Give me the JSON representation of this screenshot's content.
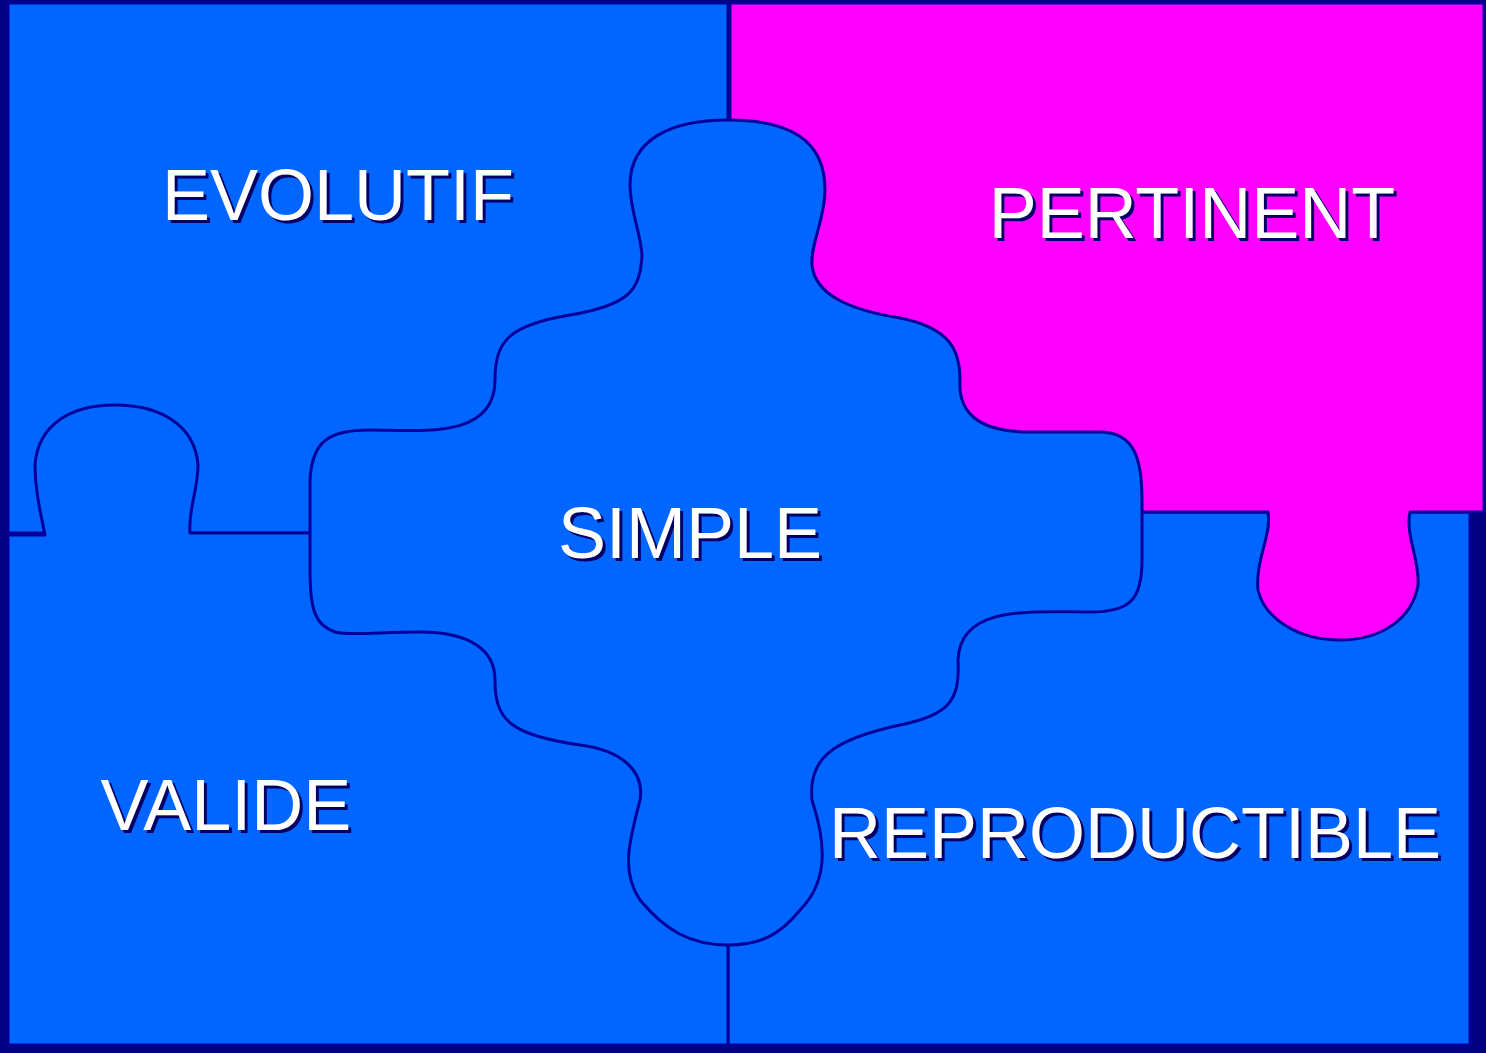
{
  "diagram": {
    "nodes": [
      {
        "text": [
          "EVOLUTIF"
        ]
      },
      {
        "text": [
          "PERTINENT"
        ]
      },
      {
        "text": [
          "SIMPLE"
        ]
      },
      {
        "text": [
          "VALIDE"
        ]
      },
      {
        "text": [
          "REPRODUCTIBLE"
        ]
      }
    ]
  }
}
